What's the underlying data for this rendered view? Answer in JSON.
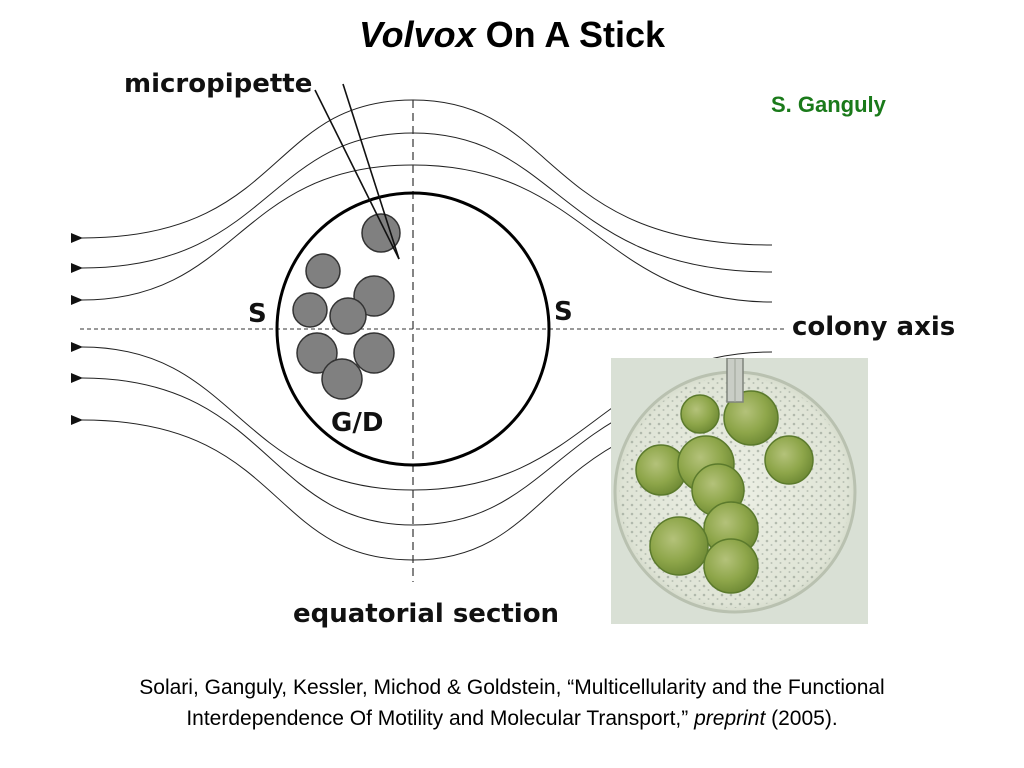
{
  "title": {
    "italic": "Volvox",
    "rest": " On A Stick"
  },
  "author": "S. Ganguly",
  "diagram": {
    "micropipette_label": "micropipette",
    "s_left": "S",
    "s_right": "S",
    "gd_label": "G/D",
    "colony_axis_label": "colony axis",
    "equatorial_label": "equatorial section"
  },
  "citation": {
    "line1": "Solari, Ganguly, Kessler, Michod & Goldstein,  “Multicellularity and the Functional",
    "line2": "Interdependence Of Motility and Molecular Transport,” ",
    "journal": "preprint",
    "year": " (2005)."
  },
  "colors": {
    "author": "#1a7a1a",
    "gonidia": "#808080",
    "photo_bg": "#dfe6de",
    "colony_green": "#8ea64a"
  }
}
